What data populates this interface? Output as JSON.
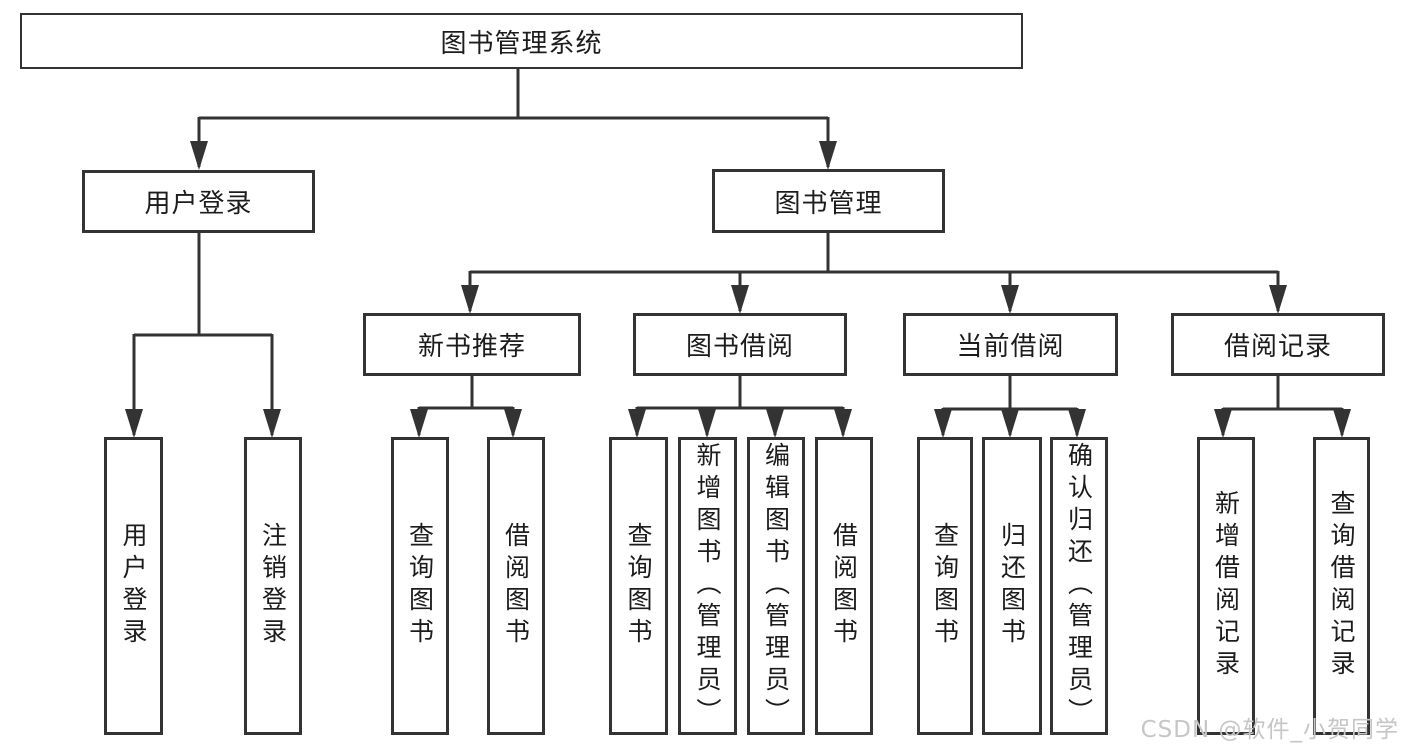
{
  "diagram_type": "hierarchy",
  "tree": {
    "root": {
      "label": "图书管理系统"
    },
    "branches": [
      {
        "label": "用户登录",
        "children": [
          {
            "label": "用户登录"
          },
          {
            "label": "注销登录"
          }
        ]
      },
      {
        "label": "图书管理",
        "children": [
          {
            "label": "新书推荐",
            "children": [
              {
                "label": "查询图书"
              },
              {
                "label": "借阅图书"
              }
            ]
          },
          {
            "label": "图书借阅",
            "children": [
              {
                "label": "查询图书"
              },
              {
                "label": "新增图书（管理员）"
              },
              {
                "label": "编辑图书（管理员）"
              },
              {
                "label": "借阅图书"
              }
            ]
          },
          {
            "label": "当前借阅",
            "children": [
              {
                "label": "查询图书"
              },
              {
                "label": "归还图书"
              },
              {
                "label": "确认归还（管理员）"
              }
            ]
          },
          {
            "label": "借阅记录",
            "children": [
              {
                "label": "新增借阅记录"
              },
              {
                "label": "查询借阅记录"
              }
            ]
          }
        ]
      }
    ]
  },
  "watermark": "CSDN @软件_小贺同学",
  "colors": {
    "line": "#333333",
    "text": "#1c1c1c",
    "watermark": "#c6c6c6",
    "background": "#ffffff"
  }
}
